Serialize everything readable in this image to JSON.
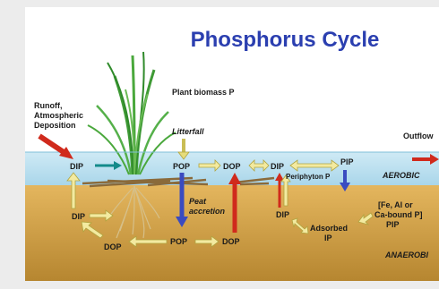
{
  "title": "Phosphorus Cycle",
  "colors": {
    "title": "#2b3fb0",
    "water": "#bfe3f2",
    "sediment_top": "#e2b25a",
    "sediment_bottom": "#b7862d",
    "arrow_yellow": "#f3eaa0",
    "arrow_red": "#d02a1c",
    "arrow_blue": "#3a4bc0",
    "arrow_teal": "#138a8a",
    "plant": "#3f9a35",
    "accretion_label": "#1b2a8e"
  },
  "icons": [
    "plant-icon",
    "roots-icon",
    "litter-icon"
  ],
  "labels": {
    "runoff": [
      "Runoff,",
      "Atmospheric",
      "Deposition"
    ],
    "plant_biomass": "Plant biomass P",
    "litterfall": "Litterfall",
    "outflow": "Outflow",
    "aerobic": "AEROBIC",
    "anaerobic": "ANAEROBI",
    "periphyton": "Periphyton P",
    "peat_accretion": [
      "Peat",
      "accretion"
    ],
    "bound_p": [
      "[Fe, Al or",
      "Ca-bound P]",
      "PIP"
    ],
    "adsorbed": [
      "Adsorbed",
      "IP"
    ]
  },
  "nodes": {
    "dip_water": "DIP",
    "pop_water": "POP",
    "dop_water": "DOP",
    "dip_water2": "DIP",
    "pip_water": "PIP",
    "dip_soil": "DIP",
    "dop_soil_left": "DOP",
    "pop_soil": "POP",
    "dop_soil": "DOP",
    "dip_soil2": "DIP"
  }
}
